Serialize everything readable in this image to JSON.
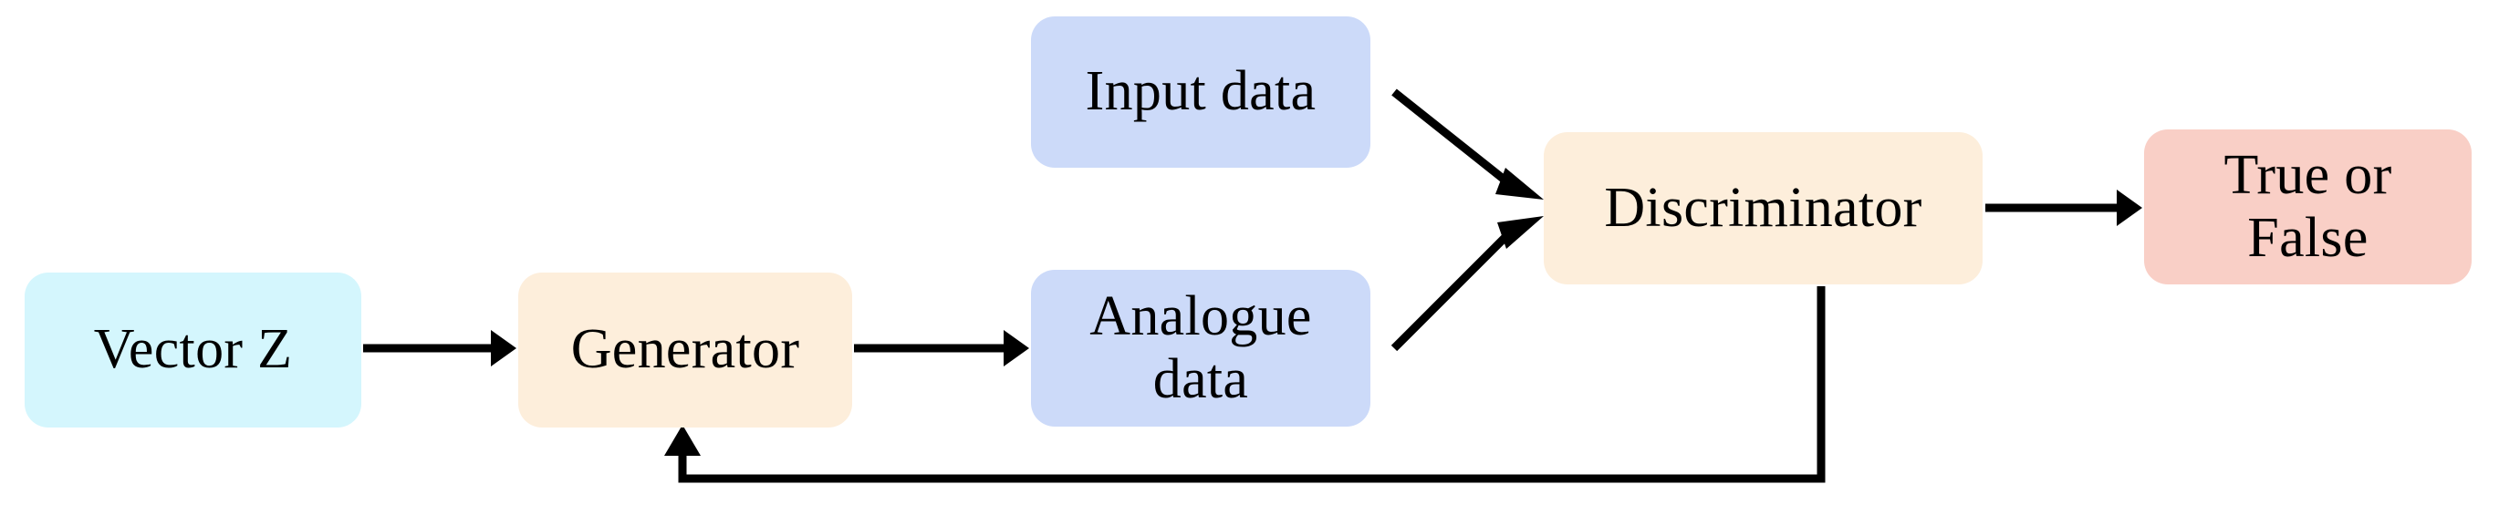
{
  "diagram": {
    "title": "Generative Adversarial Network flow diagram",
    "background_color": "#ffffff",
    "arrow_color": "#000000",
    "nodes": [
      {
        "id": "vector-z",
        "label": "Vector Z",
        "color": "#d4f6fd"
      },
      {
        "id": "generator",
        "label": "Generator",
        "color": "#fdeedb"
      },
      {
        "id": "input-data",
        "label": "Input data",
        "color": "#ccdaf9"
      },
      {
        "id": "analogue-data",
        "label": "Analogue\ndata",
        "color": "#ccdaf9"
      },
      {
        "id": "discriminator",
        "label": "Discriminator",
        "color": "#fdeedb"
      },
      {
        "id": "true-or-false",
        "label": "True or\nFalse",
        "color": "#f9cfc6"
      }
    ],
    "edges": [
      {
        "id": "vector-z-to-generator",
        "from": "vector-z",
        "to": "generator",
        "label": ""
      },
      {
        "id": "generator-to-analogue-data",
        "from": "generator",
        "to": "analogue-data",
        "label": ""
      },
      {
        "id": "input-data-to-discriminator",
        "from": "input-data",
        "to": "discriminator",
        "label": ""
      },
      {
        "id": "analogue-data-to-discriminator",
        "from": "analogue-data",
        "to": "discriminator",
        "label": ""
      },
      {
        "id": "discriminator-to-true-or-false",
        "from": "discriminator",
        "to": "true-or-false",
        "label": ""
      },
      {
        "id": "discriminator-to-generator-feedback",
        "from": "discriminator",
        "to": "generator",
        "label": ""
      }
    ]
  }
}
